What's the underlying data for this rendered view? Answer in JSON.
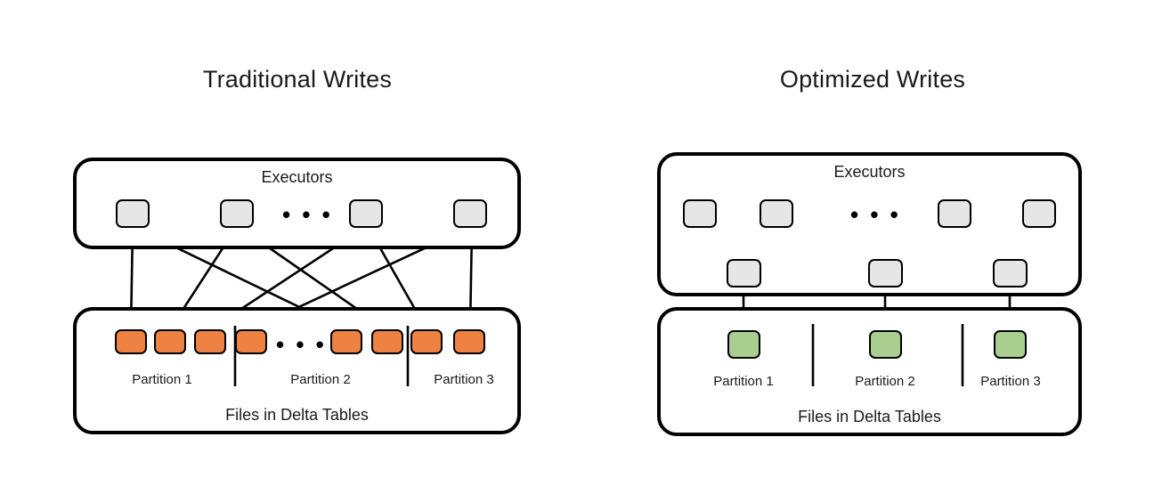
{
  "diagram": {
    "title_left": "Traditional Writes",
    "title_right": "Optimized Writes",
    "colors": {
      "stroke": "#000000",
      "node_fill": "#e6e6e6",
      "file_orange": "#ED8243",
      "file_green": "#AACE8F",
      "background": "#ffffff",
      "text": "#1a1a1a"
    }
  },
  "left": {
    "executors": {
      "label": "Executors",
      "ellipsis": "• • •",
      "nodes": [
        {
          "name": "executor-1"
        },
        {
          "name": "executor-2"
        },
        {
          "name": "executor-3"
        },
        {
          "name": "executor-4"
        }
      ]
    },
    "delta": {
      "label": "Files in Delta Tables",
      "ellipsis": "• • •",
      "files": [
        {
          "name": "file-1"
        },
        {
          "name": "file-2"
        },
        {
          "name": "file-3"
        },
        {
          "name": "file-4"
        },
        {
          "name": "file-5"
        },
        {
          "name": "file-6"
        },
        {
          "name": "file-7"
        },
        {
          "name": "file-8"
        }
      ],
      "partitions": [
        {
          "label": "Partition 1"
        },
        {
          "label": "Partition 2"
        },
        {
          "label": "Partition 3"
        }
      ]
    }
  },
  "right": {
    "executors": {
      "label": "Executors",
      "ellipsis": "• • •",
      "nodes": [
        {
          "name": "executor-1"
        },
        {
          "name": "executor-2"
        },
        {
          "name": "executor-3"
        },
        {
          "name": "executor-4"
        }
      ],
      "writers": [
        {
          "name": "writer-1"
        },
        {
          "name": "writer-2"
        },
        {
          "name": "writer-3"
        }
      ]
    },
    "delta": {
      "label": "Files in Delta Tables",
      "files": [
        {
          "name": "file-1"
        },
        {
          "name": "file-2"
        },
        {
          "name": "file-3"
        }
      ],
      "partitions": [
        {
          "label": "Partition 1"
        },
        {
          "label": "Partition 2"
        },
        {
          "label": "Partition 3"
        }
      ]
    }
  }
}
